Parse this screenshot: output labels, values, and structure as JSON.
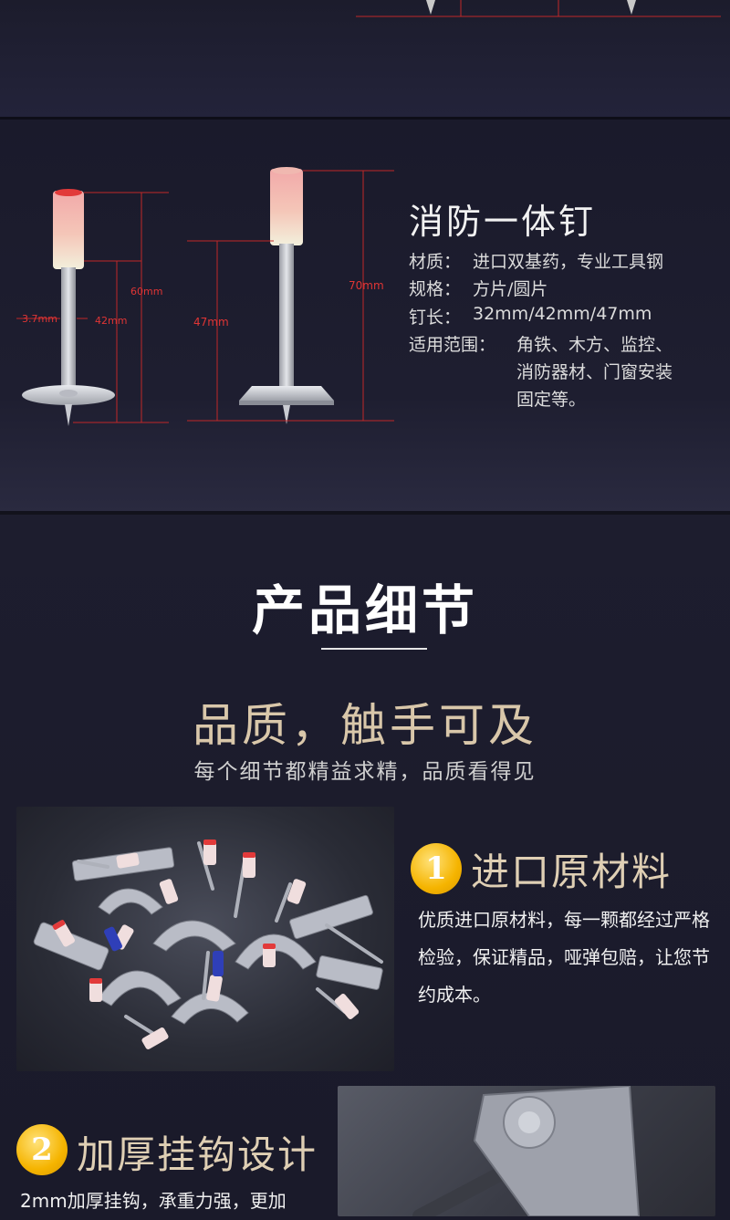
{
  "spec": {
    "title": "消防一体钉",
    "rows": [
      {
        "key": "材质：",
        "value": "进口双基药，专业工具钢"
      },
      {
        "key": "规格：",
        "value": "方片/圆片"
      },
      {
        "key": "钉长：",
        "value": "32mm/42mm/47mm"
      },
      {
        "key": "适用范围：",
        "value": "角铁、木方、监控、"
      },
      {
        "key": "",
        "value": "消防器材、门窗安装"
      },
      {
        "key": "",
        "value": "固定等。"
      }
    ],
    "dimensions": {
      "left_diameter": "3.7mm",
      "left_total": "60mm",
      "left_shank": "42mm",
      "right_shank": "47mm",
      "right_total": "70mm"
    },
    "colors": {
      "dimension_line": "#e03535",
      "cap_pink": "#f1a9a9"
    }
  },
  "detail": {
    "heading": "产品细节",
    "tagline": "品质，触手可及",
    "subtitle": "每个细节都精益求精，品质看得见",
    "features": [
      {
        "number": "1",
        "title": "进口原材料",
        "description": "优质进口原材料，每一颗都经过严格检验，保证精品，哑弹包赔，让您节约成本。"
      },
      {
        "number": "2",
        "title": "加厚挂钩设计",
        "description": "2mm加厚挂钩，承重力强，更加"
      }
    ],
    "colors": {
      "badge": "#f5b400",
      "title": "#dfcfb4",
      "tagline": "#d9c7aa"
    }
  }
}
